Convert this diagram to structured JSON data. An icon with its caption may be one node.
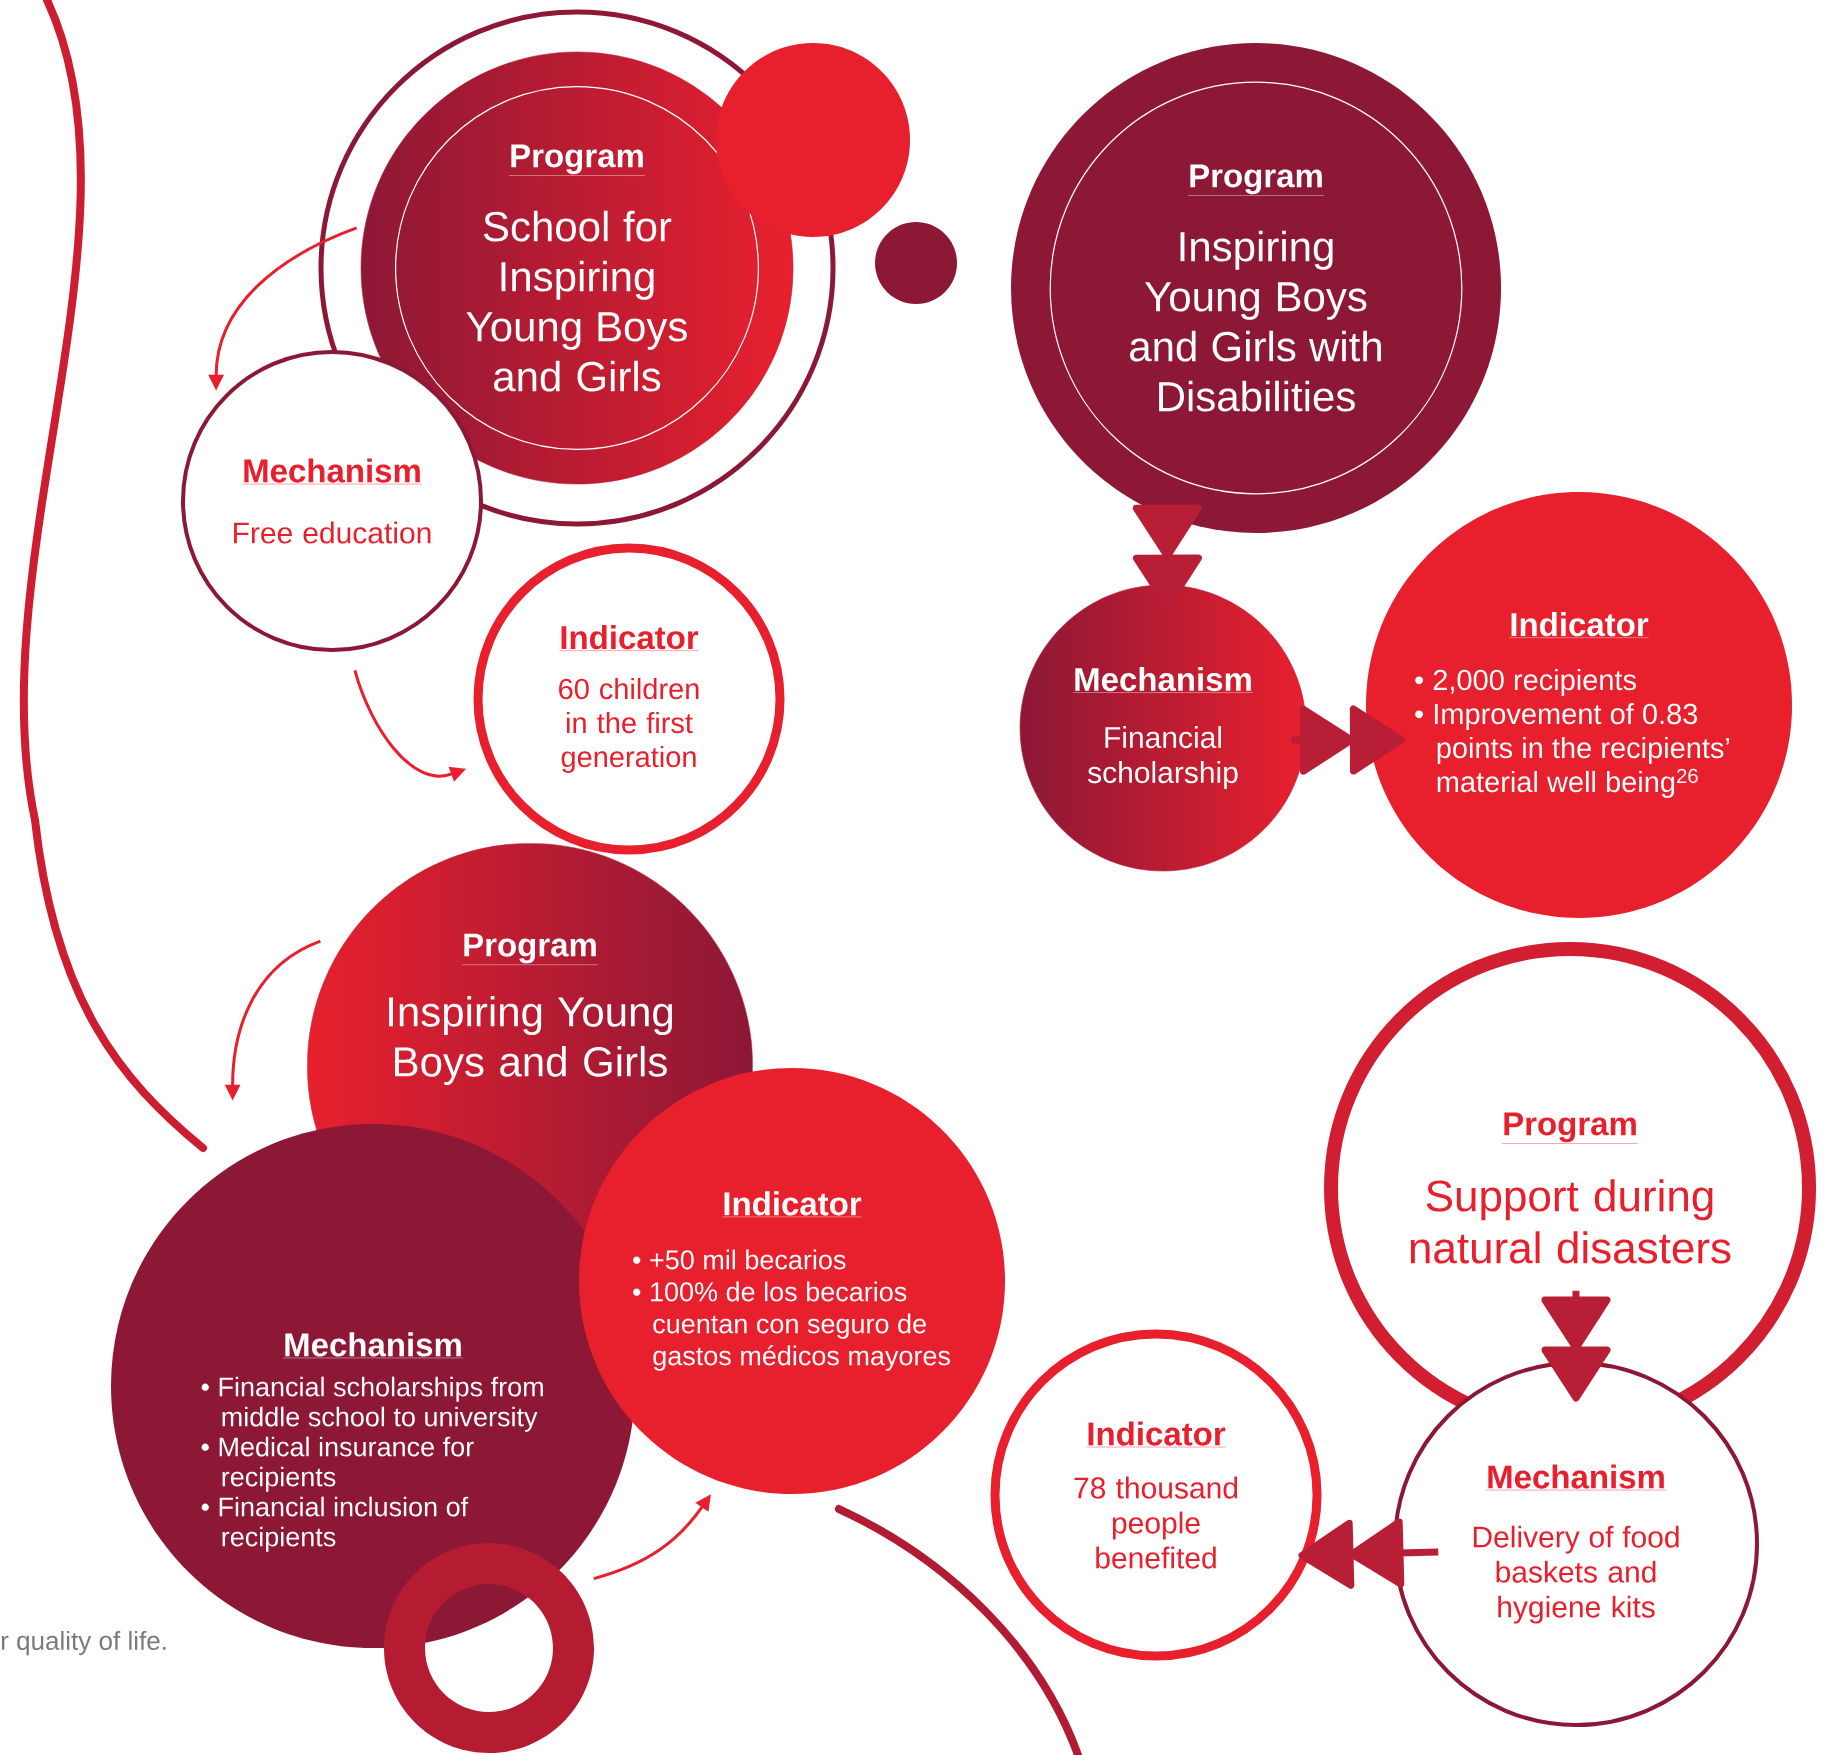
{
  "diagram": {
    "nodes": [
      {
        "text": [
          "Program",
          "School for Inspiring Young Boys and Girls"
        ]
      },
      {
        "text": [
          "Mechanism",
          "Free education"
        ]
      },
      {
        "text": [
          "Indicator",
          "60 children in the first generation"
        ]
      },
      {
        "text": [
          "Program",
          "Inspiring Young Boys and Girls with Disabilities"
        ]
      },
      {
        "text": [
          "Mechanism",
          "Financial scholarship"
        ]
      },
      {
        "text": [
          "Indicator",
          "• 2,000 recipients",
          "• Improvement of 0.83 points in the recipients’ material well being$^{26}$"
        ]
      },
      {
        "text": [
          "Program",
          "Inspiring Young Boys and Girls"
        ]
      },
      {
        "text": [
          "Mechanism",
          "• Financial scholarships from middle school to university",
          "• Medical insurance for recipients",
          "• Financial inclusion of recipients"
        ]
      },
      {
        "text": [
          "Indicator",
          "• +50 mil becarios",
          "• 100% de los becarios cuentan con seguro de gastos médicos mayores"
        ]
      },
      {
        "text": [
          "Program",
          "Support during natural disasters"
        ]
      },
      {
        "text": [
          "Indicator",
          "78 thousand people benefited"
        ]
      },
      {
        "text": [
          "Mechanism",
          "Delivery of food baskets and hygiene kits"
        ]
      }
    ],
    "edges": [
      {
        "from": 0,
        "to": 1,
        "arrow": "to"
      },
      {
        "from": 1,
        "to": 2,
        "arrow": "to"
      },
      {
        "from": 3,
        "to": 4,
        "arrow": "to",
        "style": "thick"
      },
      {
        "from": 4,
        "to": 5,
        "arrow": "to",
        "style": "thick"
      },
      {
        "from": 6,
        "to": 7,
        "arrow": "to"
      },
      {
        "from": 7,
        "to": 8,
        "arrow": "to"
      },
      {
        "from": 9,
        "to": 11,
        "arrow": "to",
        "style": "thick"
      },
      {
        "from": 11,
        "to": 10,
        "arrow": "to",
        "style": "thick"
      }
    ],
    "labels": [
      "r quality of life."
    ]
  }
}
